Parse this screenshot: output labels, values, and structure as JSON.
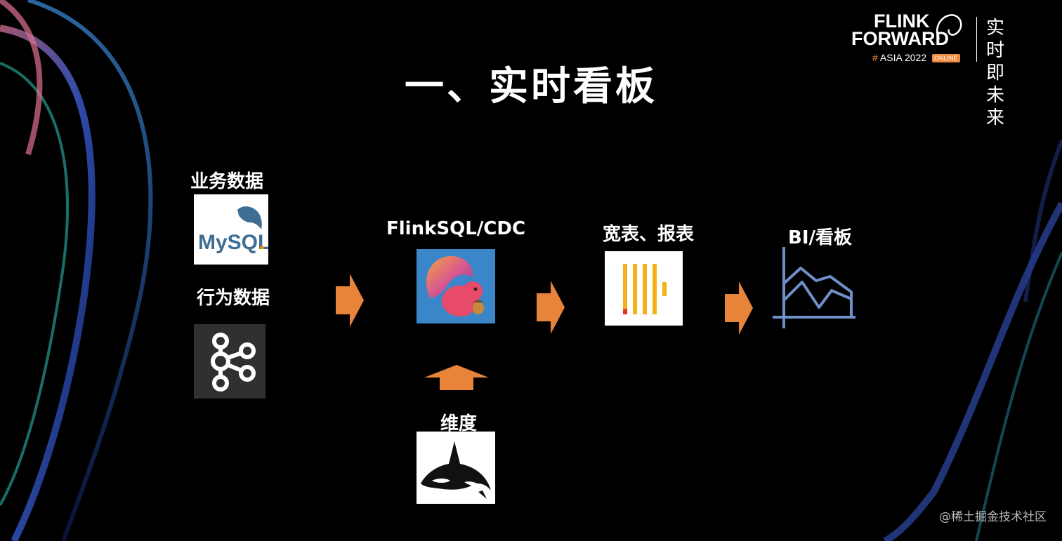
{
  "slide": {
    "title": "一、实时看板",
    "watermark": "@稀土掘金技术社区"
  },
  "branding": {
    "line1": "FLINK",
    "line2": "FORWARD",
    "hash": "#",
    "event": "ASIA 2022",
    "online": "ONLINE",
    "slogan_line1": "实时即",
    "slogan_line2": "未来"
  },
  "sources": {
    "business_label": "业务数据",
    "business_logo_text": "MySQL",
    "behavior_label": "行为数据"
  },
  "processing": {
    "label": "FlinkSQL/CDC"
  },
  "dimension": {
    "label": "维度"
  },
  "storage": {
    "label": "宽表、报表"
  },
  "output": {
    "label": "BI/看板"
  },
  "colors": {
    "arrow": "#e8833a",
    "bi_chart": "#6f8fc8",
    "kafka_tile": "#2f3030",
    "flink_tile": "#3a86c8",
    "mysql_blue": "#3e6e93",
    "mysql_orange": "#e48e00",
    "clickhouse_yellow": "#f2b318",
    "clickhouse_red": "#e03a1e"
  },
  "icons": {
    "mysql": "mysql-logo-icon",
    "kafka": "kafka-logo-icon",
    "flink": "flink-squirrel-icon",
    "orca": "orca-whale-icon",
    "clickhouse": "clickhouse-bars-icon",
    "bi": "line-chart-icon"
  }
}
